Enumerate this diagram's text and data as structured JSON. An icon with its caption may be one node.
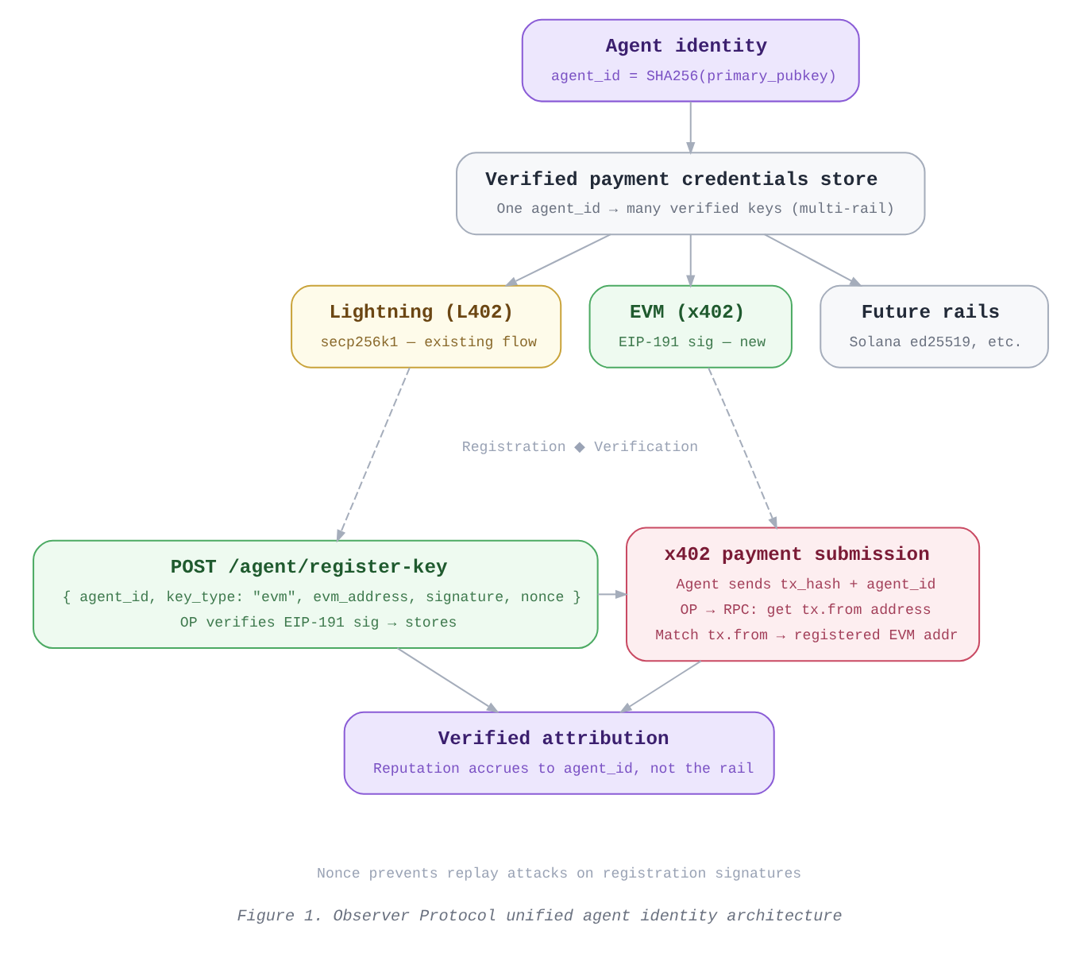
{
  "diagram": {
    "caption": "Figure 1. Observer Protocol unified agent identity architecture",
    "nodes": [
      {
        "text": [
          "Agent identity",
          "agent_id = SHA256(primary_pubkey)"
        ]
      },
      {
        "text": [
          "Verified payment credentials store",
          "One agent_id → many verified keys (multi-rail)"
        ]
      },
      {
        "text": [
          "Lightning (L402)",
          "secp256k1 — existing flow"
        ]
      },
      {
        "text": [
          "EVM (x402)",
          "EIP-191 sig — new"
        ]
      },
      {
        "text": [
          "Future rails",
          "Solana ed25519, etc."
        ]
      },
      {
        "text": [
          "POST /agent/register-key",
          "{ agent_id, key_type: \"evm\", evm_address, signature, nonce }",
          "OP verifies EIP-191 sig → stores"
        ]
      },
      {
        "text": [
          "x402 payment submission",
          "Agent sends tx_hash + agent_id",
          "OP → RPC: get tx.from address",
          "Match tx.from → registered EVM addr"
        ]
      },
      {
        "text": [
          "Verified attribution",
          "Reputation accrues to agent_id, not the rail"
        ]
      }
    ],
    "edges": [
      {
        "from": 0,
        "to": 1,
        "arrow": "to"
      },
      {
        "from": 1,
        "to": 2,
        "arrow": "to"
      },
      {
        "from": 1,
        "to": 3,
        "arrow": "to"
      },
      {
        "from": 1,
        "to": 4,
        "arrow": "to"
      },
      {
        "from": 2,
        "to": 5,
        "arrow": "to",
        "style": "dashed"
      },
      {
        "from": 3,
        "to": 6,
        "arrow": "to",
        "style": "dashed"
      },
      {
        "from": 5,
        "to": 6,
        "arrow": "to"
      },
      {
        "from": 5,
        "to": 7,
        "arrow": "to"
      },
      {
        "from": 6,
        "to": 7,
        "arrow": "to"
      }
    ],
    "labels": [
      "Registration ◆ Verification",
      "Nonce prevents replay attacks on registration signatures"
    ]
  }
}
